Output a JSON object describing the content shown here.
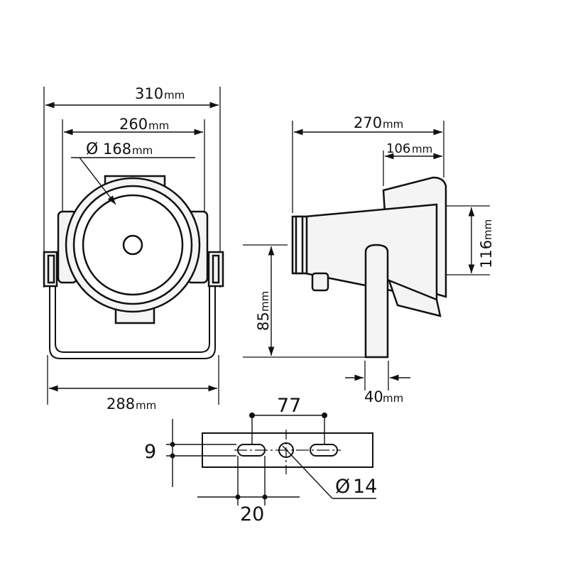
{
  "front_view": {
    "overall_width": "310",
    "body_width": "260",
    "diameter": "168",
    "bracket_width": "288",
    "unit": "mm",
    "diameter_symbol": "Ø"
  },
  "side_view": {
    "depth": "270",
    "horn_depth": "106",
    "horn_height": "116",
    "mount_height": "85",
    "bracket_thickness": "40",
    "unit": "mm"
  },
  "bracket_view": {
    "hole_spacing": "77",
    "slot_height": "9",
    "slot_length": "20",
    "hole_diameter": "14",
    "diameter_symbol": "Ø"
  }
}
